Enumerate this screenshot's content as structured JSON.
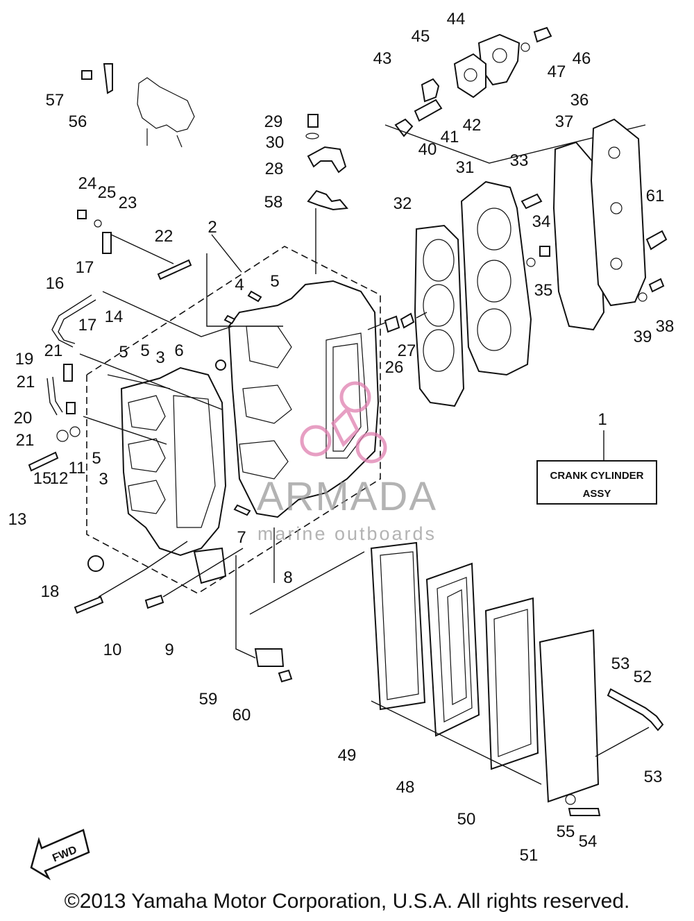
{
  "diagram": {
    "callouts": [
      "1",
      "2",
      "3",
      "3",
      "4",
      "5",
      "5",
      "5",
      "5",
      "6",
      "7",
      "8",
      "9",
      "10",
      "11",
      "12",
      "13",
      "14",
      "15",
      "16",
      "17",
      "17",
      "18",
      "19",
      "20",
      "21",
      "21",
      "21",
      "22",
      "23",
      "24",
      "25",
      "26",
      "27",
      "28",
      "29",
      "30",
      "31",
      "32",
      "33",
      "34",
      "35",
      "36",
      "37",
      "38",
      "39",
      "40",
      "41",
      "42",
      "43",
      "44",
      "45",
      "46",
      "47",
      "48",
      "49",
      "50",
      "51",
      "52",
      "53",
      "53",
      "54",
      "55",
      "56",
      "57",
      "58",
      "59",
      "60",
      "61"
    ],
    "assembly_box": {
      "line1": "CRANK CYLINDER",
      "line2": "ASSY"
    },
    "fwd_label": "FWD",
    "watermark": {
      "brand": "ARMADA",
      "tagline": "marine outboards"
    }
  },
  "footer": {
    "copyright": "©2013 Yamaha Motor Corporation, U.S.A. All rights reserved."
  }
}
